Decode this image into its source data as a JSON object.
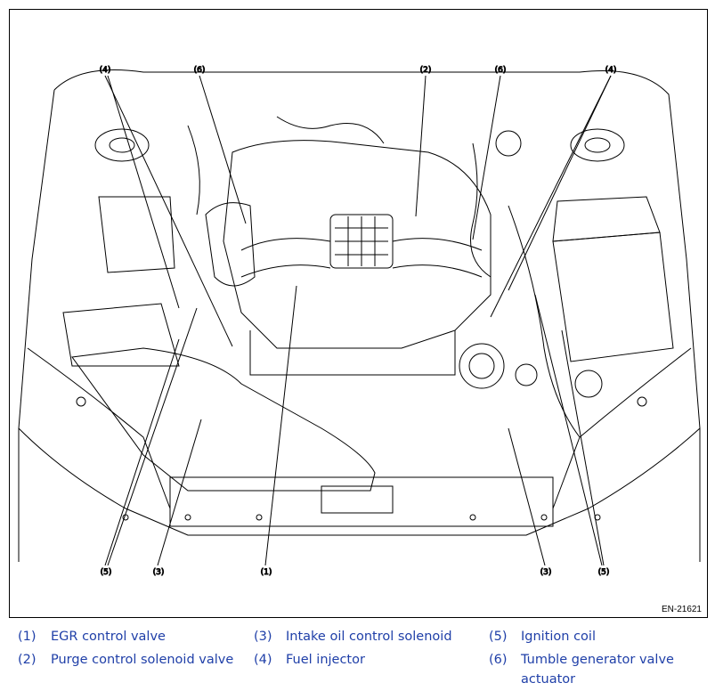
{
  "figure": {
    "id": "EN-21621",
    "callouts": {
      "top": [
        "(4)",
        "(6)",
        "(2)",
        "(6)",
        "(4)"
      ],
      "bottom": [
        "(5)",
        "(3)",
        "(1)",
        "(3)",
        "(5)"
      ]
    }
  },
  "legend": [
    {
      "num": "(1)",
      "text": "EGR control valve"
    },
    {
      "num": "(2)",
      "text": "Purge control solenoid valve"
    },
    {
      "num": "(3)",
      "text": "Intake oil control solenoid"
    },
    {
      "num": "(4)",
      "text": "Fuel injector"
    },
    {
      "num": "(5)",
      "text": "Ignition coil"
    },
    {
      "num": "(6)",
      "text": "Tumble generator valve actuator"
    }
  ],
  "colors": {
    "legend_text": "#1f3fa8",
    "line": "#000000"
  }
}
